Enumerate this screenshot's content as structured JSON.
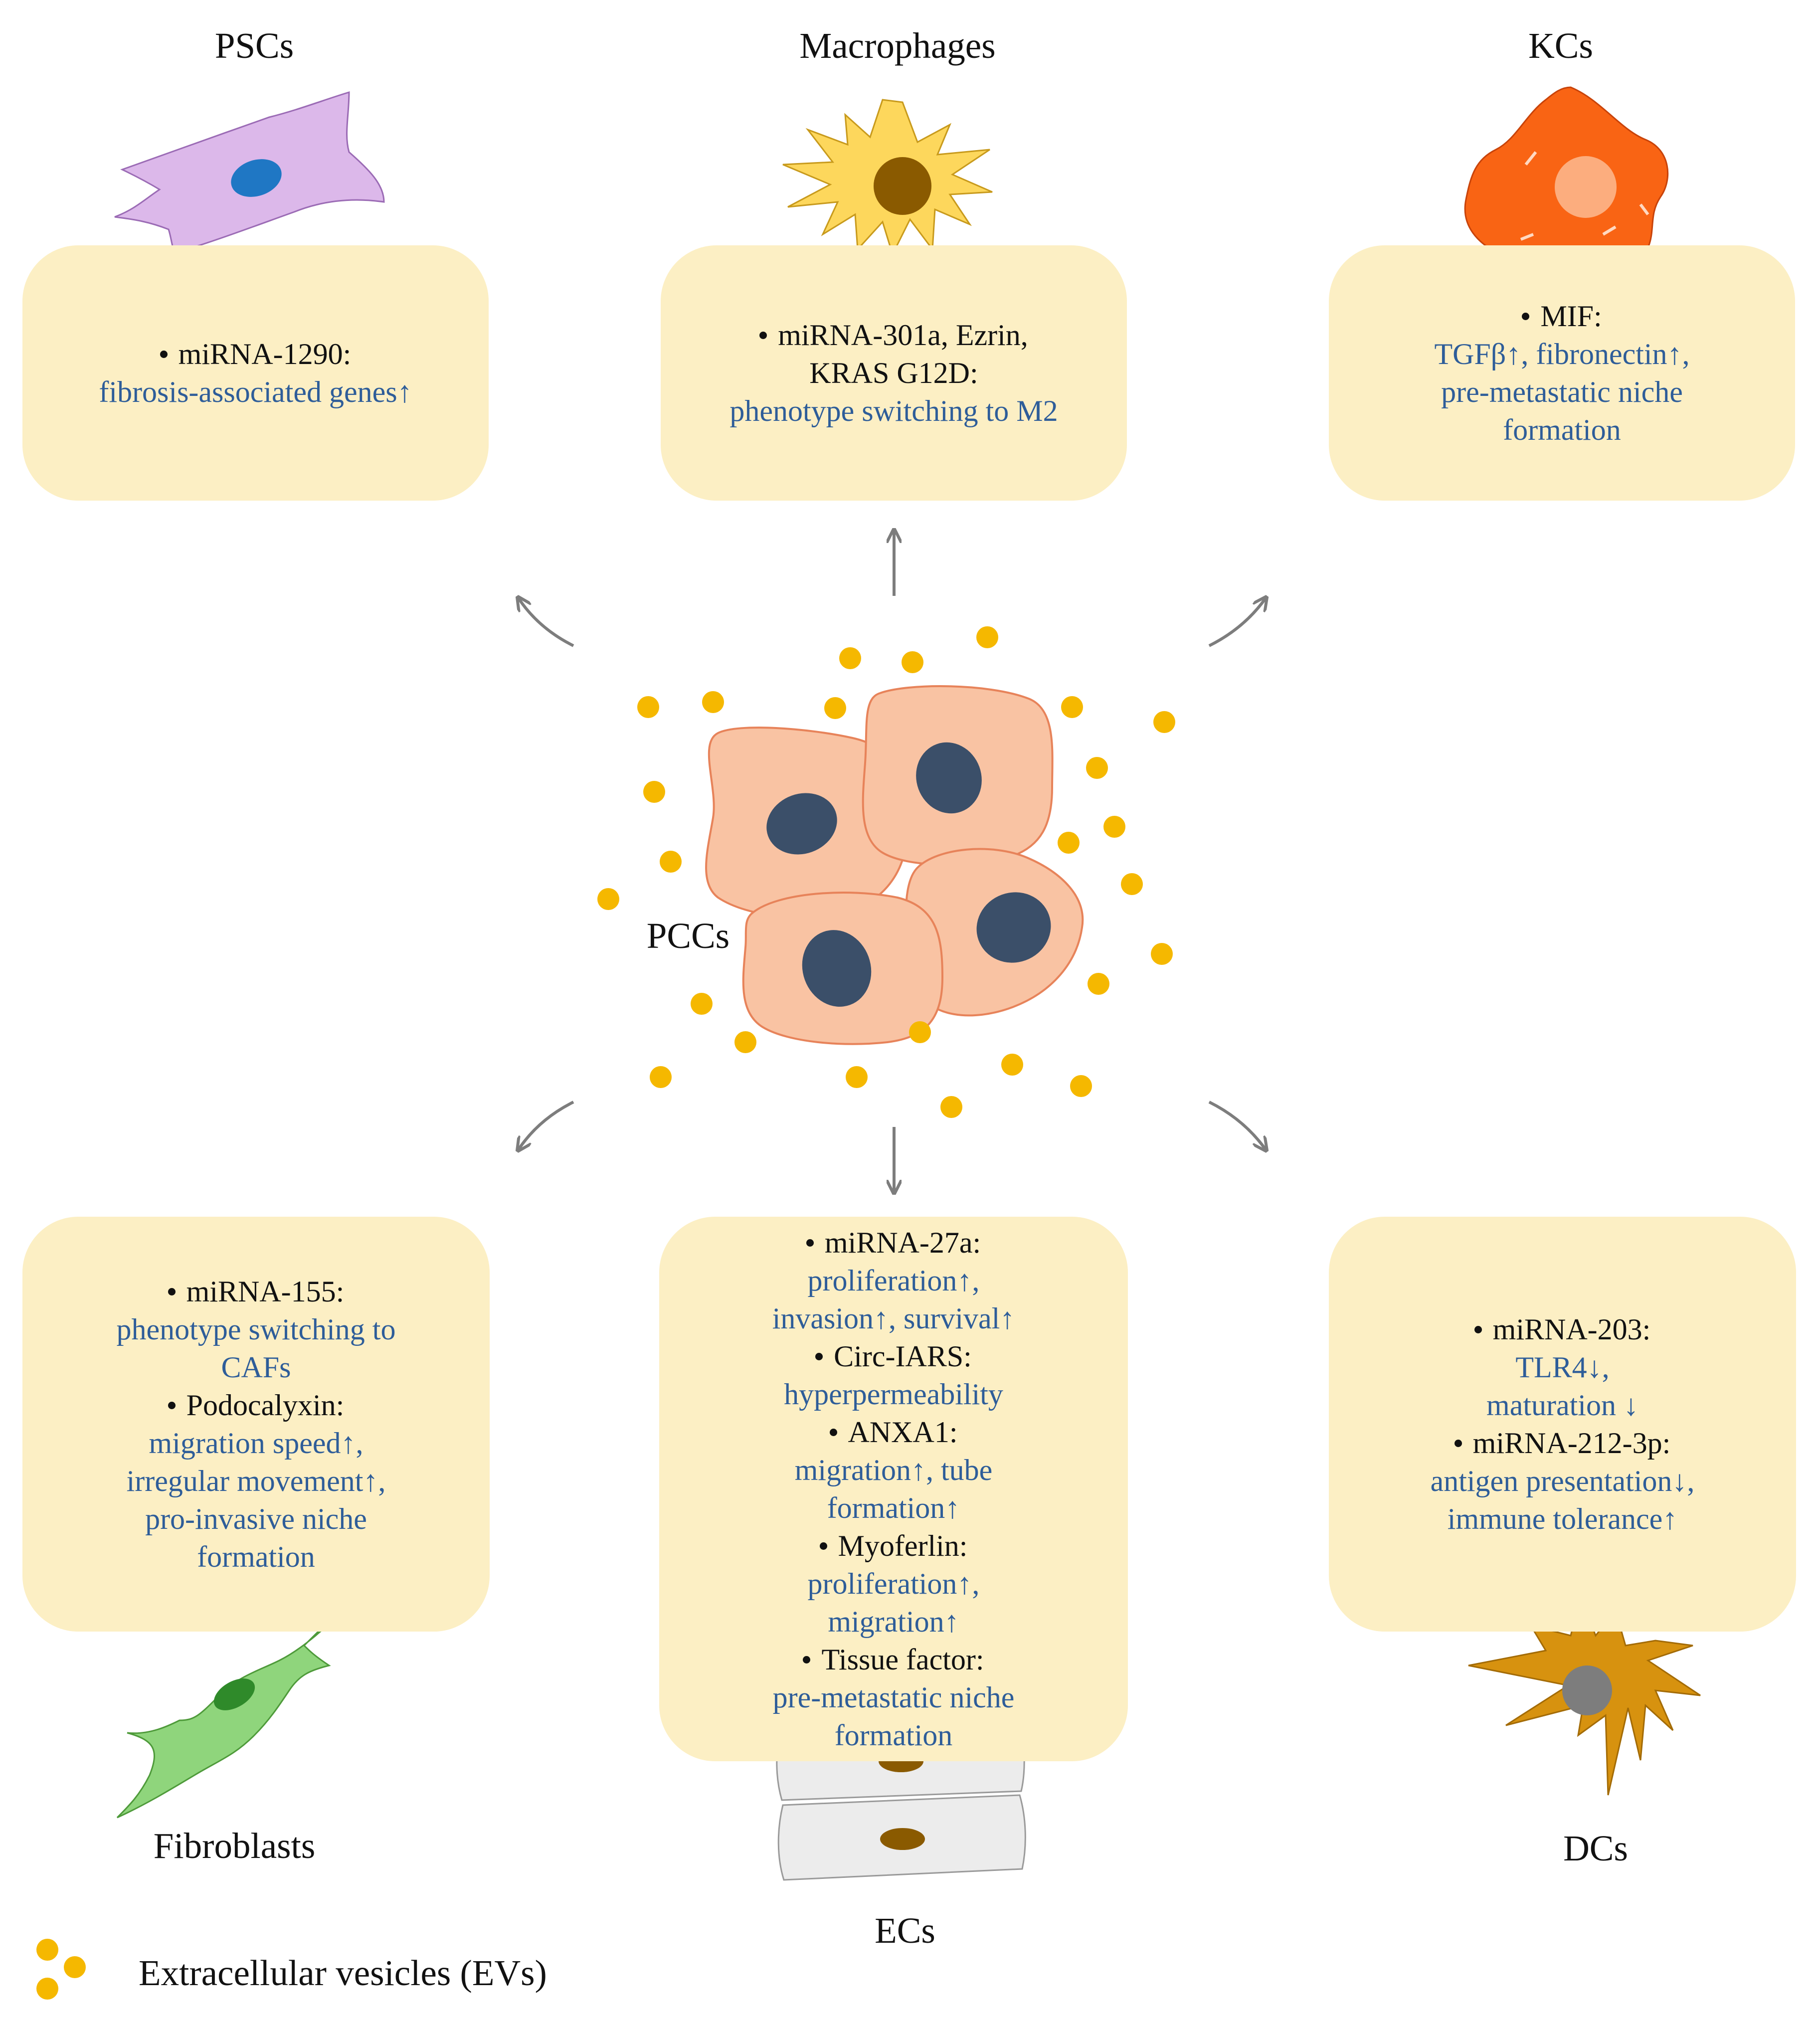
{
  "cells": {
    "pscs": "PSCs",
    "macrophages": "Macrophages",
    "kcs": "KCs",
    "pccs": "PCCs",
    "fibroblasts": "Fibroblasts",
    "ecs": "ECs",
    "dcs": "DCs"
  },
  "boxes": {
    "pscs": [
      {
        "molecule": "miRNA-1290:",
        "effects": [
          "fibrosis-associated genes↑"
        ]
      }
    ],
    "macrophages": [
      {
        "molecule": "miRNA-301a, Ezrin,",
        "cont": "KRAS G12D:",
        "effects": [
          "phenotype switching to M2"
        ]
      }
    ],
    "kcs": [
      {
        "molecule": "MIF:",
        "effects": [
          "TGFβ↑, fibronectin↑,",
          "pre-metastatic niche",
          "formation"
        ]
      }
    ],
    "fibroblasts": [
      {
        "molecule": "miRNA-155:",
        "effects": [
          "phenotype switching to",
          "CAFs"
        ]
      },
      {
        "molecule": "Podocalyxin:",
        "effects": [
          "migration speed↑,",
          "irregular movement↑,",
          "pro-invasive niche",
          "formation"
        ]
      }
    ],
    "ecs": [
      {
        "molecule": "miRNA-27a:",
        "effects": [
          "proliferation↑,",
          "invasion↑, survival↑"
        ]
      },
      {
        "molecule": "Circ-IARS:",
        "effects": [
          "hyperpermeability"
        ]
      },
      {
        "molecule": "ANXA1:",
        "effects": [
          "migration↑, tube",
          "formation↑"
        ]
      },
      {
        "molecule": "Myoferlin:",
        "effects": [
          "proliferation↑,",
          "migration↑"
        ]
      },
      {
        "molecule": "Tissue factor:",
        "effects": [
          "pre-metastatic niche",
          "formation"
        ]
      }
    ],
    "dcs": [
      {
        "molecule": "miRNA-203:",
        "effects": [
          "TLR4↓,",
          "maturation ↓"
        ]
      },
      {
        "molecule": "miRNA-212-3p:",
        "effects": [
          "antigen presentation↓,",
          "immune tolerance↑"
        ]
      }
    ]
  },
  "legend": {
    "label": "Extracellular vesicles (EVs)"
  },
  "colors": {
    "box_fill": "#fcefc4",
    "effect_text": "#2e5d99",
    "ev_dot": "#f5b800",
    "pcc_fill": "#f9c3a3",
    "pcc_nucleus": "#3b4f69",
    "psc_fill": "#dcb8ea",
    "macrophage_fill": "#fdd75c",
    "kc_fill": "#f96414",
    "fibroblast_fill": "#8fd57c",
    "ec_fill": "#ececec",
    "dc_fill": "#d7920f",
    "arrow": "#7d7d7d"
  }
}
